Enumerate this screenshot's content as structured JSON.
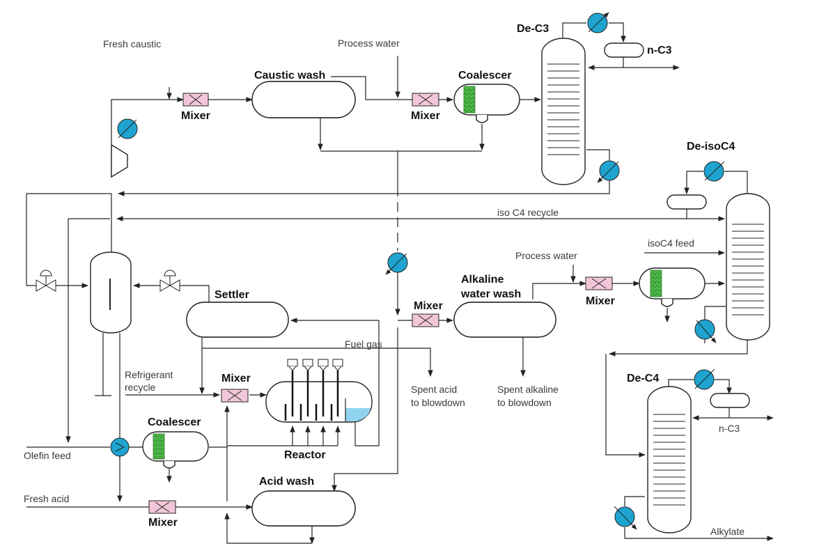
{
  "colors": {
    "liquid": "#8fd3ee",
    "packing": "#4cb848",
    "exchanger": "#1fa3cf",
    "mixer": "#f2c6d8",
    "demister": "#444444"
  },
  "labels": {
    "fresh_caustic": "Fresh caustic",
    "process_water_top": "Process water",
    "caustic_wash": "Caustic wash",
    "coalescer_top": "Coalescer",
    "de_c3": "De-C3",
    "n_c3_top": "n-C3",
    "mixer_1": "Mixer",
    "mixer_2": "Mixer",
    "de_isoc4": "De-isoC4",
    "iso_c4_recycle": "iso C4 recycle",
    "isoc4_feed": "isoC4 feed",
    "process_water_mid": "Process water",
    "alkaline_water_wash_1": "Alkaline",
    "alkaline_water_wash_2": "water wash",
    "mixer_3": "Mixer",
    "mixer_4": "Mixer",
    "settler": "Settler",
    "fuel_gas": "Fuel gas",
    "spent_acid_1": "Spent acid",
    "spent_acid_2": "to blowdown",
    "spent_alkaline_1": "Spent alkaline",
    "spent_alkaline_2": "to blowdown",
    "refrigerant_1": "Refrigerant",
    "refrigerant_2": "recycle",
    "mixer_5": "Mixer",
    "de_c4": "De-C4",
    "n_c3_bottom": "n-C3",
    "coalescer_bottom": "Coalescer",
    "reactor": "Reactor",
    "olefin_feed": "Olefin feed",
    "fresh_acid": "Fresh acid",
    "acid_wash": "Acid wash",
    "mixer_6": "Mixer",
    "alkylate": "Alkylate"
  }
}
